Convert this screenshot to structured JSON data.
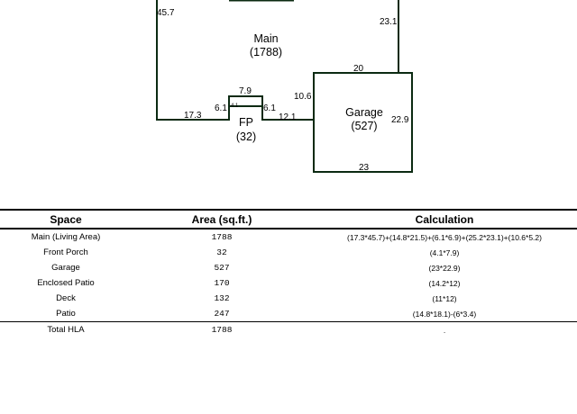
{
  "sketch": {
    "main": {
      "label": "Main",
      "area": "(1788)"
    },
    "garage": {
      "label": "Garage",
      "area": "(527)"
    },
    "front_porch": {
      "label": "FP",
      "area": "(32)"
    },
    "dimensions": {
      "left_wall": "45.7",
      "right_upper": "23.1",
      "garage_top": "20",
      "main_step": "10.6",
      "fp_top": "7.9",
      "fp_left": "6.1",
      "fp_inner": "4.1",
      "fp_right": "6.1",
      "bottom_left": "17.3",
      "bottom_mid": "12.1",
      "garage_right": "22.9",
      "garage_bottom": "23"
    },
    "colors": {
      "walls": "#0b2a12"
    }
  },
  "table": {
    "headers": {
      "space": "Space",
      "area": "Area (sq.ft.)",
      "calc": "Calculation"
    },
    "rows": [
      {
        "space": "Main (Living Area)",
        "area": "1788",
        "calc": "(17.3*45.7)+(14.8*21.5)+(6.1*6.9)+(25.2*23.1)+(10.6*5.2)"
      },
      {
        "space": "Front Porch",
        "area": "32",
        "calc": "(4.1*7.9)"
      },
      {
        "space": "Garage",
        "area": "527",
        "calc": "(23*22.9)"
      },
      {
        "space": "Enclosed Patio",
        "area": "170",
        "calc": "(14.2*12)"
      },
      {
        "space": "Deck",
        "area": "132",
        "calc": "(11*12)"
      },
      {
        "space": "Patio",
        "area": "247",
        "calc": "(14.8*18.1)-(6*3.4)"
      }
    ],
    "total": {
      "space": "Total HLA",
      "area": "1788",
      "calc": "."
    }
  }
}
